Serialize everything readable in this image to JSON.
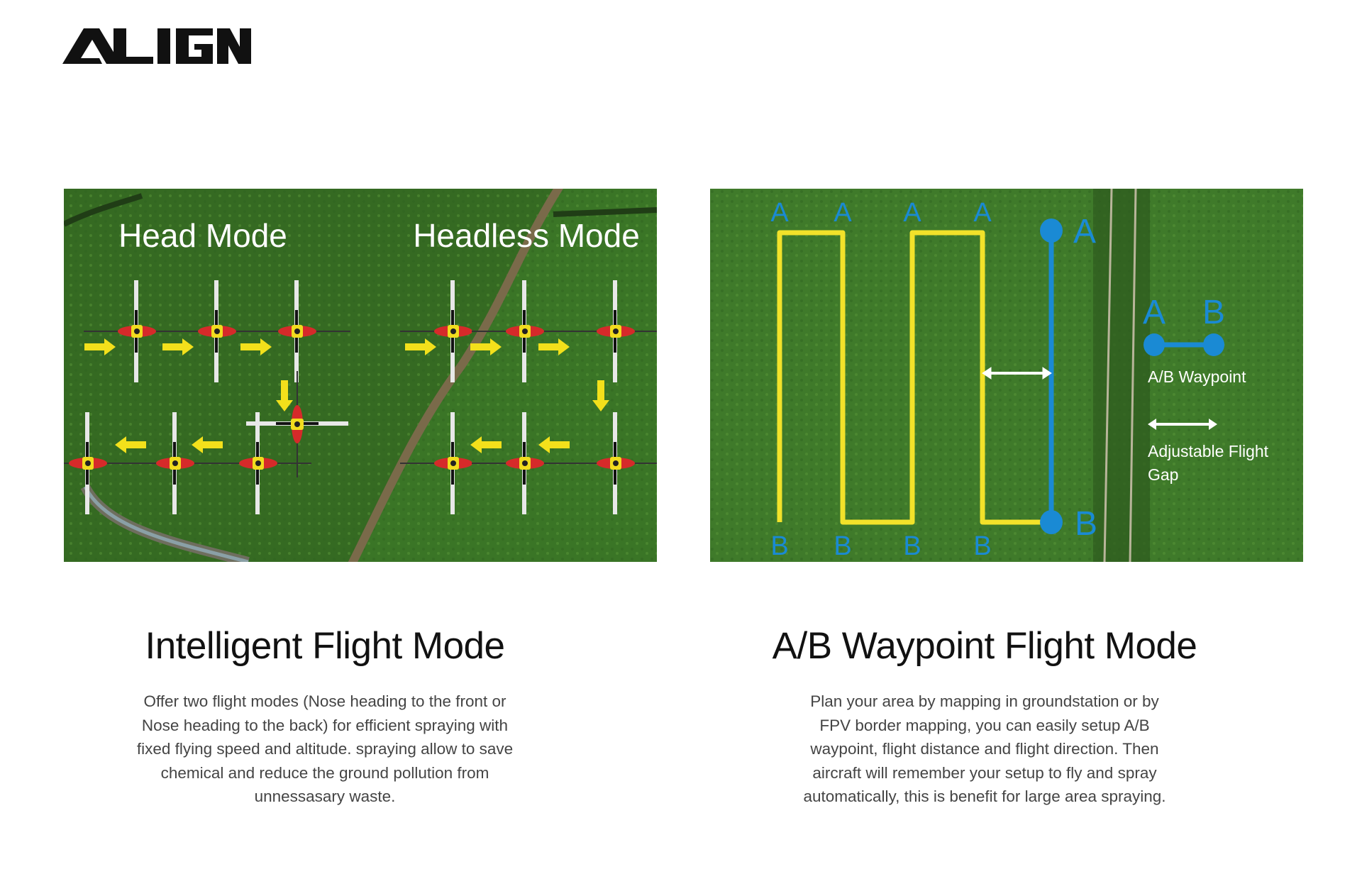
{
  "brand": {
    "logo_text": "ALIGN"
  },
  "colors": {
    "path_yellow": "#f2e22a",
    "waypoint_blue": "#1a8ad4",
    "field_green": "#3f7a2a"
  },
  "left_panel": {
    "head_mode_label": "Head Mode",
    "headless_mode_label": "Headless Mode",
    "title": "Intelligent Flight Mode",
    "description_lines": [
      "Offer two flight modes (Nose heading to the front or",
      "Nose heading to the back) for efficient spraying with",
      "fixed flying speed and altitude. spraying allow to save",
      "chemical and reduce the ground pollution from",
      "unnessasary waste."
    ]
  },
  "right_panel": {
    "point_a": "A",
    "point_b": "B",
    "legend_waypoint_label": "A/B Waypoint",
    "legend_gap_label_line1": "Adjustable Flight",
    "legend_gap_label_line2": "Gap",
    "title": "A/B Waypoint Flight Mode",
    "description_lines": [
      "Plan your area by mapping in groundstation or by",
      "FPV border mapping, you can easily setup A/B",
      "waypoint, flight distance and flight direction. Then",
      "aircraft will remember your setup to fly and spray",
      "automatically, this is benefit for large area spraying."
    ]
  }
}
